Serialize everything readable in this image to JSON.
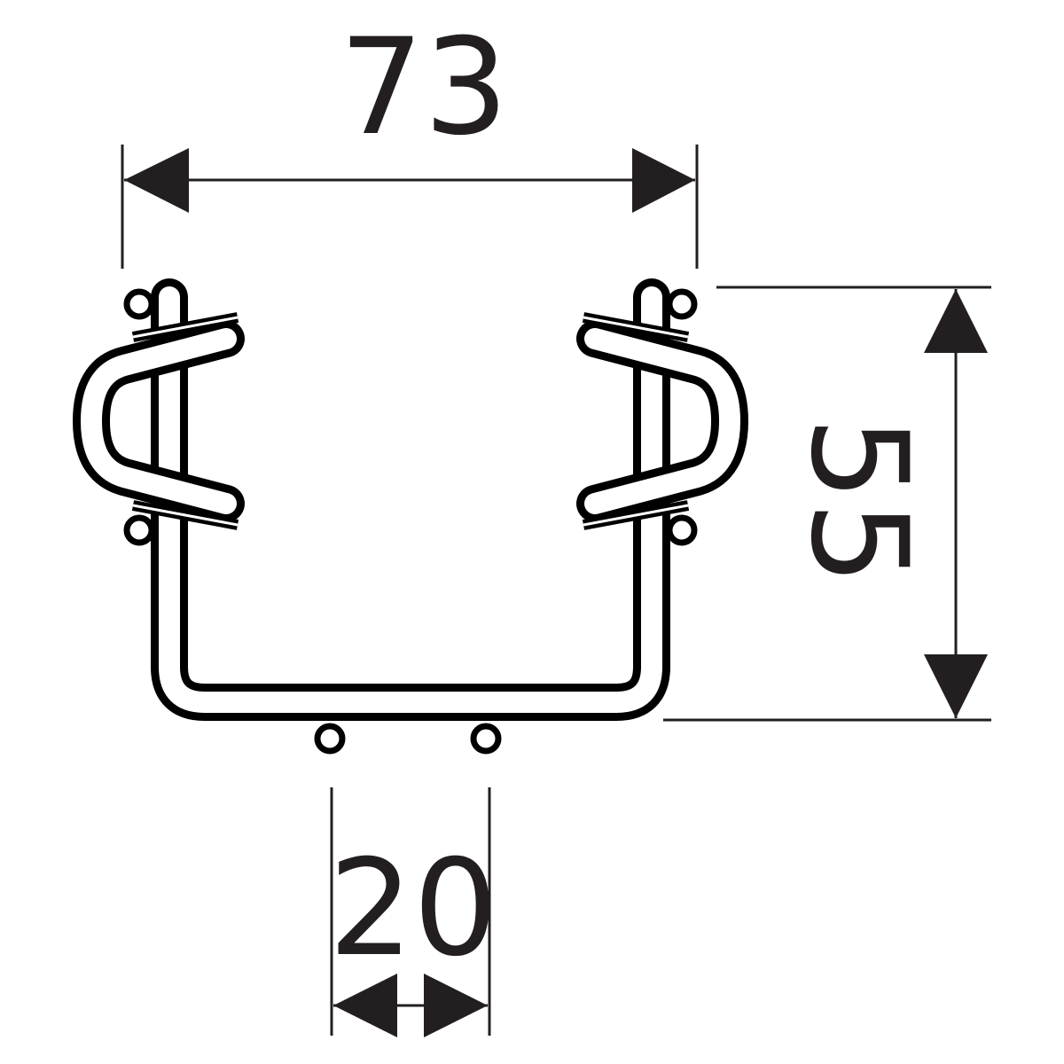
{
  "dimensions": {
    "width": "73",
    "height": "55",
    "spacing": "20"
  },
  "colors": {
    "line": "#231f20",
    "wire_outline": "#000000",
    "background": "#ffffff"
  }
}
